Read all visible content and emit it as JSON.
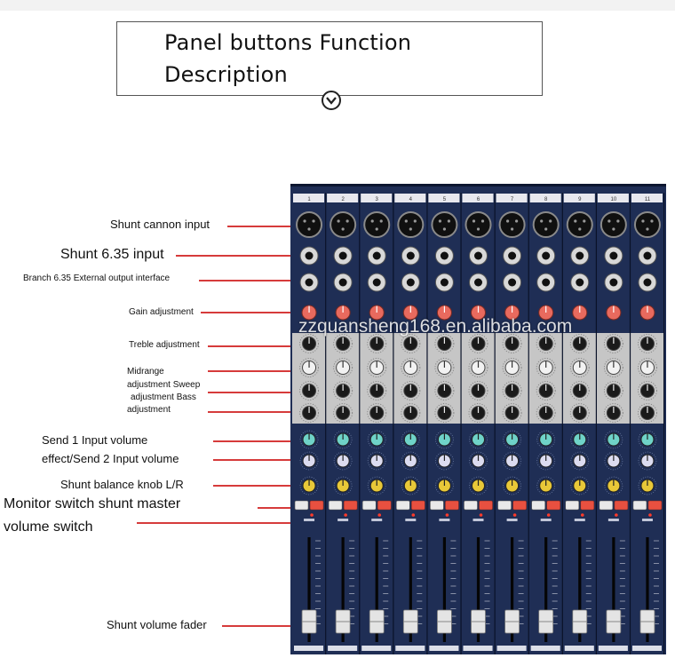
{
  "title": {
    "line1": "Panel buttons Function",
    "line2": "Description"
  },
  "labels": [
    {
      "id": "shunt-cannon-input",
      "text": "Shunt cannon input"
    },
    {
      "id": "shunt-635-input",
      "text": "Shunt 6.35 input"
    },
    {
      "id": "branch-635-output",
      "text": "Branch 6.35 External output interface"
    },
    {
      "id": "gain-adjustment",
      "text": "Gain adjustment"
    },
    {
      "id": "treble-adjustment",
      "text": "Treble adjustment"
    },
    {
      "id": "midrange-1",
      "text": "Midrange"
    },
    {
      "id": "midrange-2",
      "text": "adjustment Sweep"
    },
    {
      "id": "midrange-3",
      "text": "adjustment Bass"
    },
    {
      "id": "midrange-4",
      "text": "adjustment"
    },
    {
      "id": "send1",
      "text": "Send 1 Input volume"
    },
    {
      "id": "send2",
      "text": "effect/Send 2 Input volume"
    },
    {
      "id": "balance",
      "text": "Shunt balance knob L/R"
    },
    {
      "id": "monitor-1",
      "text": "Monitor switch shunt master"
    },
    {
      "id": "monitor-2",
      "text": "volume switch"
    },
    {
      "id": "fader",
      "text": "Shunt volume fader"
    }
  ],
  "channels": [
    "1",
    "2",
    "3",
    "4",
    "5",
    "6",
    "7",
    "8",
    "9",
    "10",
    "11"
  ],
  "watermark": "zzquansheng168.en.alibaba.com",
  "colors": {
    "leader": "#d63b3b",
    "panel": "#1f2e55",
    "gain_knob": "#e86a5e",
    "send1_knob": "#6fd3c8",
    "send2_knob": "#dcdcf0",
    "pan_knob": "#e8c838",
    "eq_band": "#c6c6c6"
  }
}
